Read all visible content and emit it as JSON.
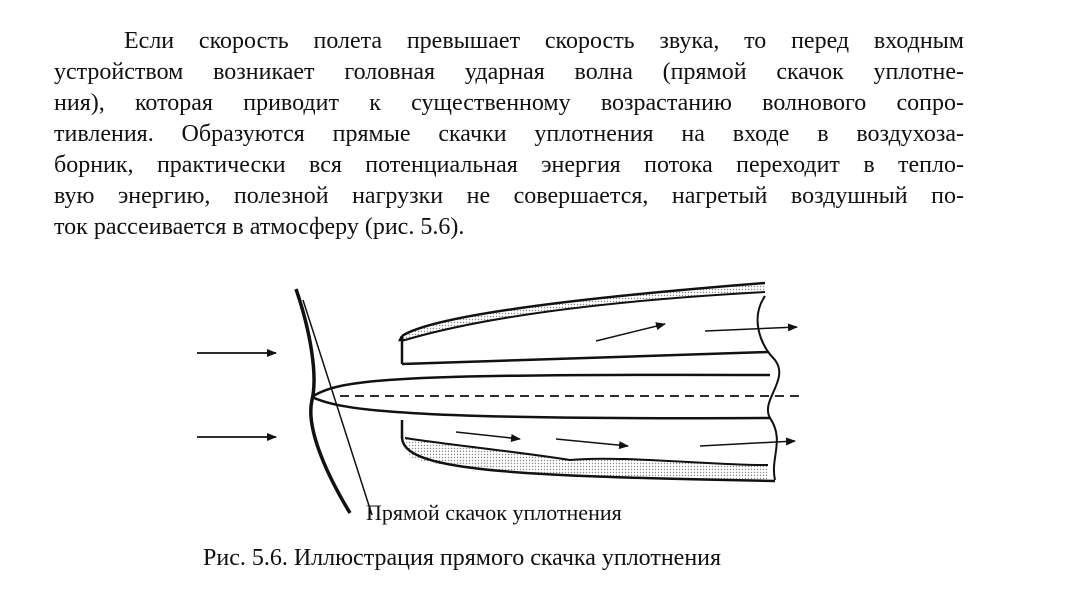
{
  "document": {
    "paragraph_lines": [
      "Если скорость полета превышает скорость звука, то перед входным",
      "устройством возникает головная ударная волна (прямой скачок уплотне-",
      "ния), которая приводит к существенному возрастанию волнового сопро-",
      "тивления. Образуются прямые скачки уплотнения на входе в воздухоза-",
      "борник, практически вся потенциальная энергия потока переходит в тепло-",
      "вую энергию, полезной нагрузки не совершается, нагретый воздушный по-",
      "ток рассеивается  в атмосферу (рис. 5.6)."
    ]
  },
  "figure": {
    "label": "Прямой скачок уплотнения",
    "caption": "Рис. 5.6. Иллюстрация прямого скачка уплотнения"
  }
}
